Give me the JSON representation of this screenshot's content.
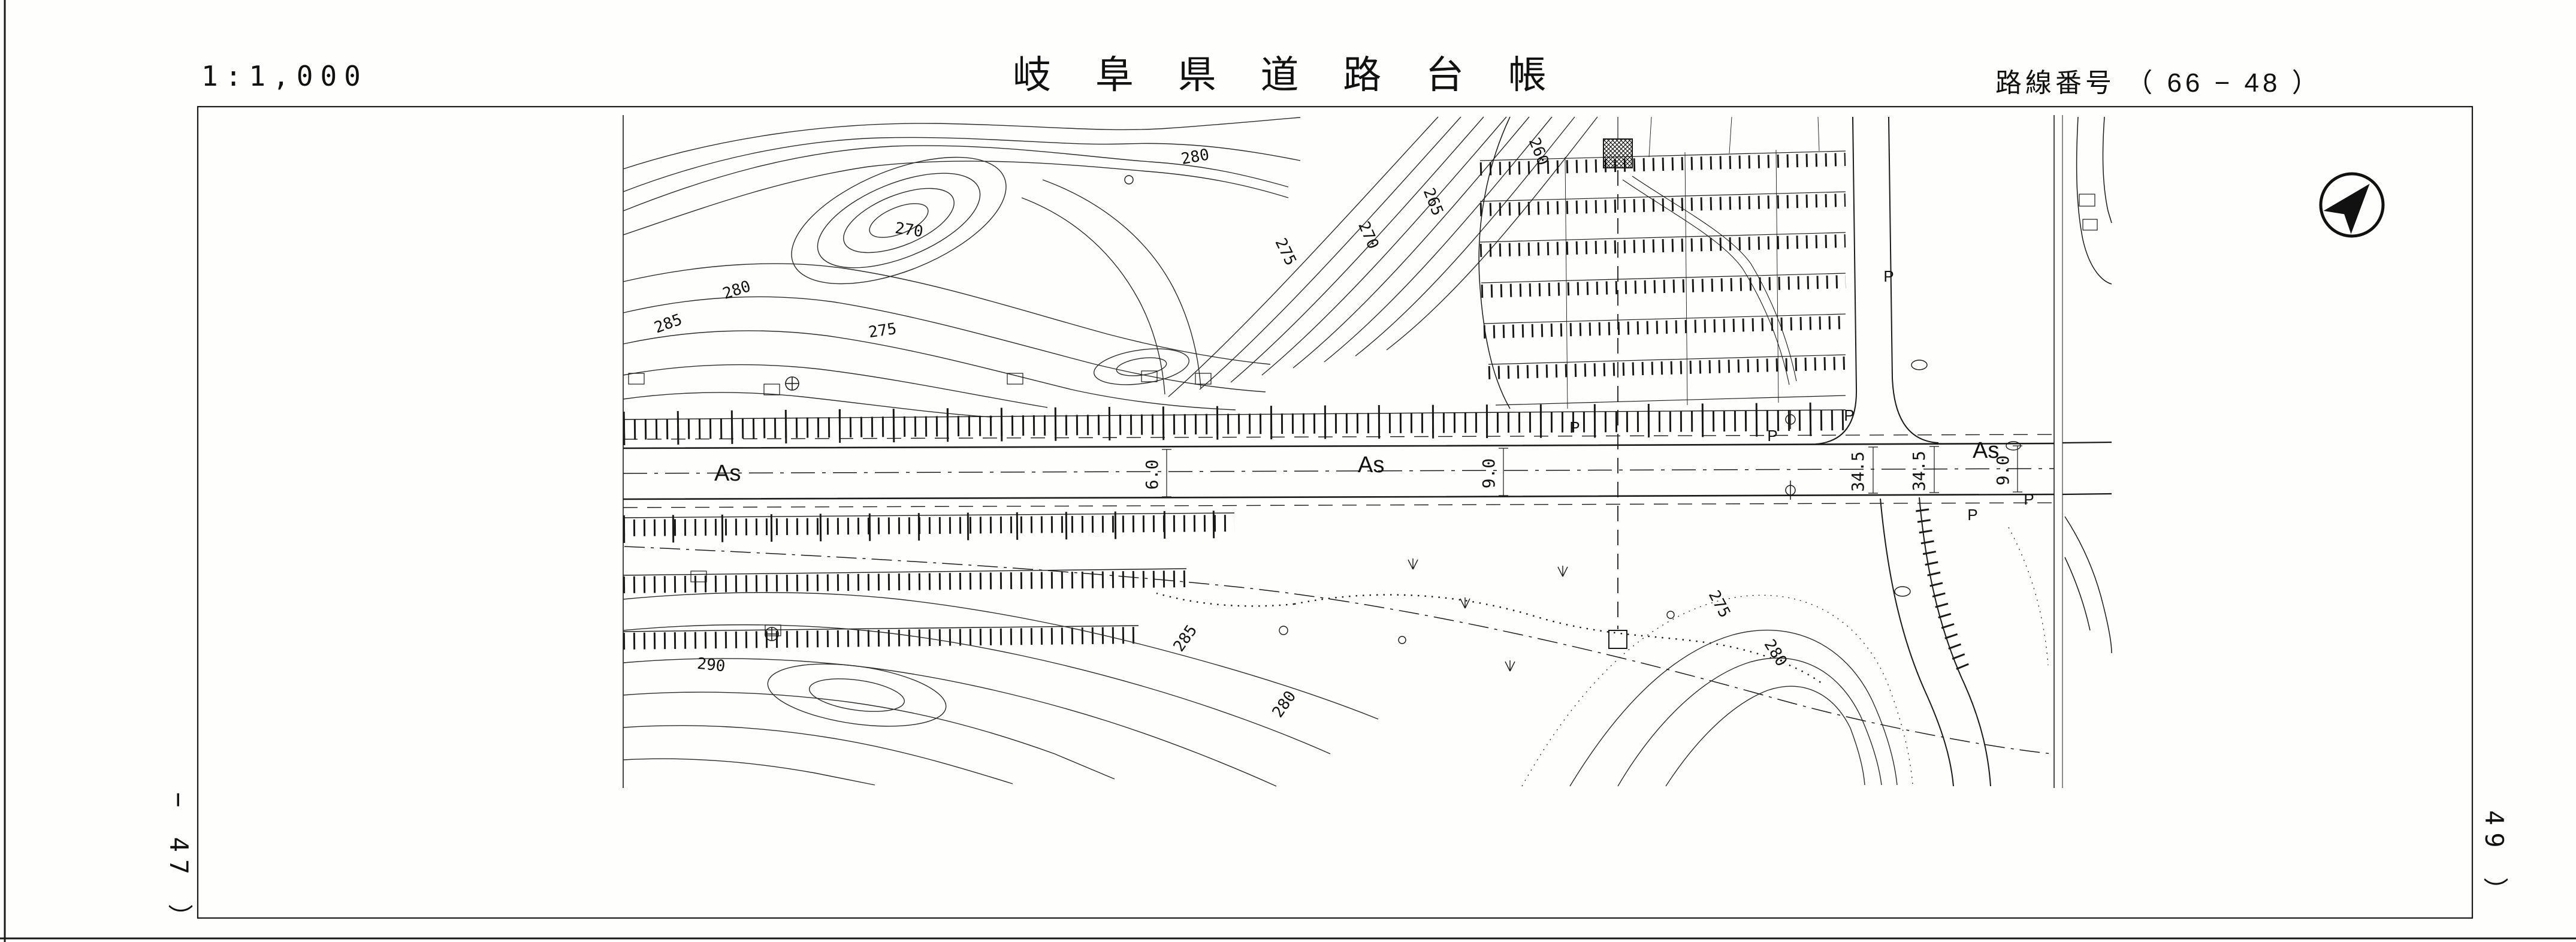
{
  "header": {
    "scale": "1:1,000",
    "title": "岐 阜 県 道 路 台 帳",
    "route_number": "路線番号 （ 66 − 48 ）"
  },
  "margins": {
    "left_sheet": "− 47 ）",
    "right_sheet": "49 ）"
  },
  "map": {
    "surface_labels": [
      "As",
      "As",
      "As"
    ],
    "contour_labels": [
      "280",
      "270",
      "260",
      "265",
      "270",
      "275",
      "280",
      "285",
      "275",
      "285",
      "290",
      "280",
      "275",
      "280"
    ],
    "measurements": [
      "6.0",
      "9.0",
      "34.5",
      "34.5",
      "9.0"
    ],
    "point_labels": [
      "P",
      "P",
      "P",
      "P",
      "P",
      "P"
    ]
  }
}
